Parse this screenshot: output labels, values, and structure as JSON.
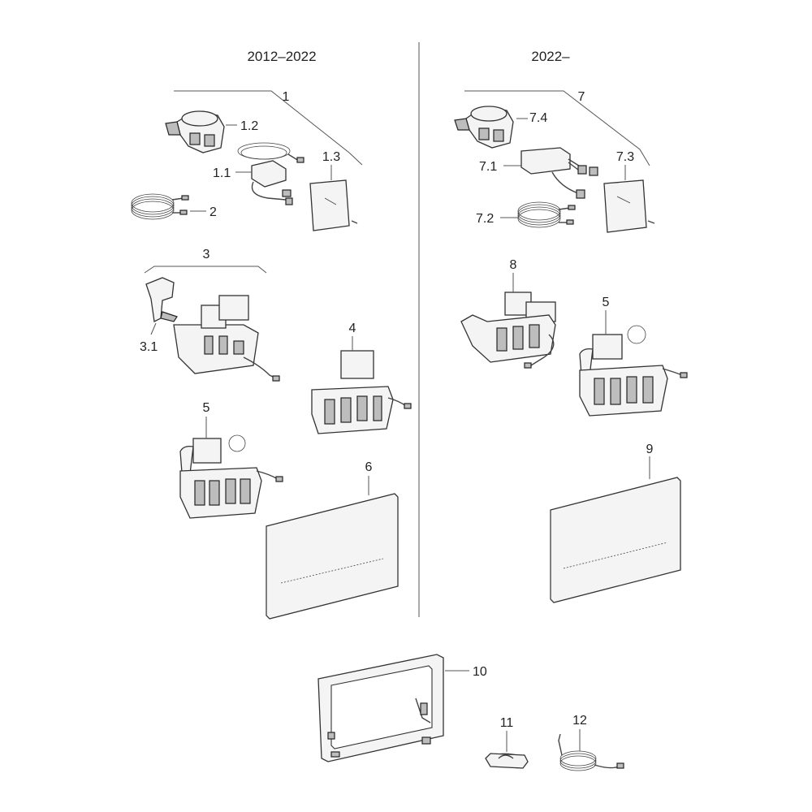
{
  "headers": {
    "left": "2012–2022",
    "right": "2022–"
  },
  "labels": {
    "l1": "1",
    "l1_1": "1.1",
    "l1_2": "1.2",
    "l1_3": "1.3",
    "l2": "2",
    "l3": "3",
    "l3_1": "3.1",
    "l4": "4",
    "l5a": "5",
    "l6": "6",
    "l7": "7",
    "l7_1": "7.1",
    "l7_2": "7.2",
    "l7_3": "7.3",
    "l7_4": "7.4",
    "l8": "8",
    "l5b": "5",
    "l9": "9",
    "l10": "10",
    "l11": "11",
    "l12": "12"
  },
  "colors": {
    "line": "#555555",
    "part_fill": "#f4f4f4",
    "dark_fill": "#bdbdbd"
  }
}
